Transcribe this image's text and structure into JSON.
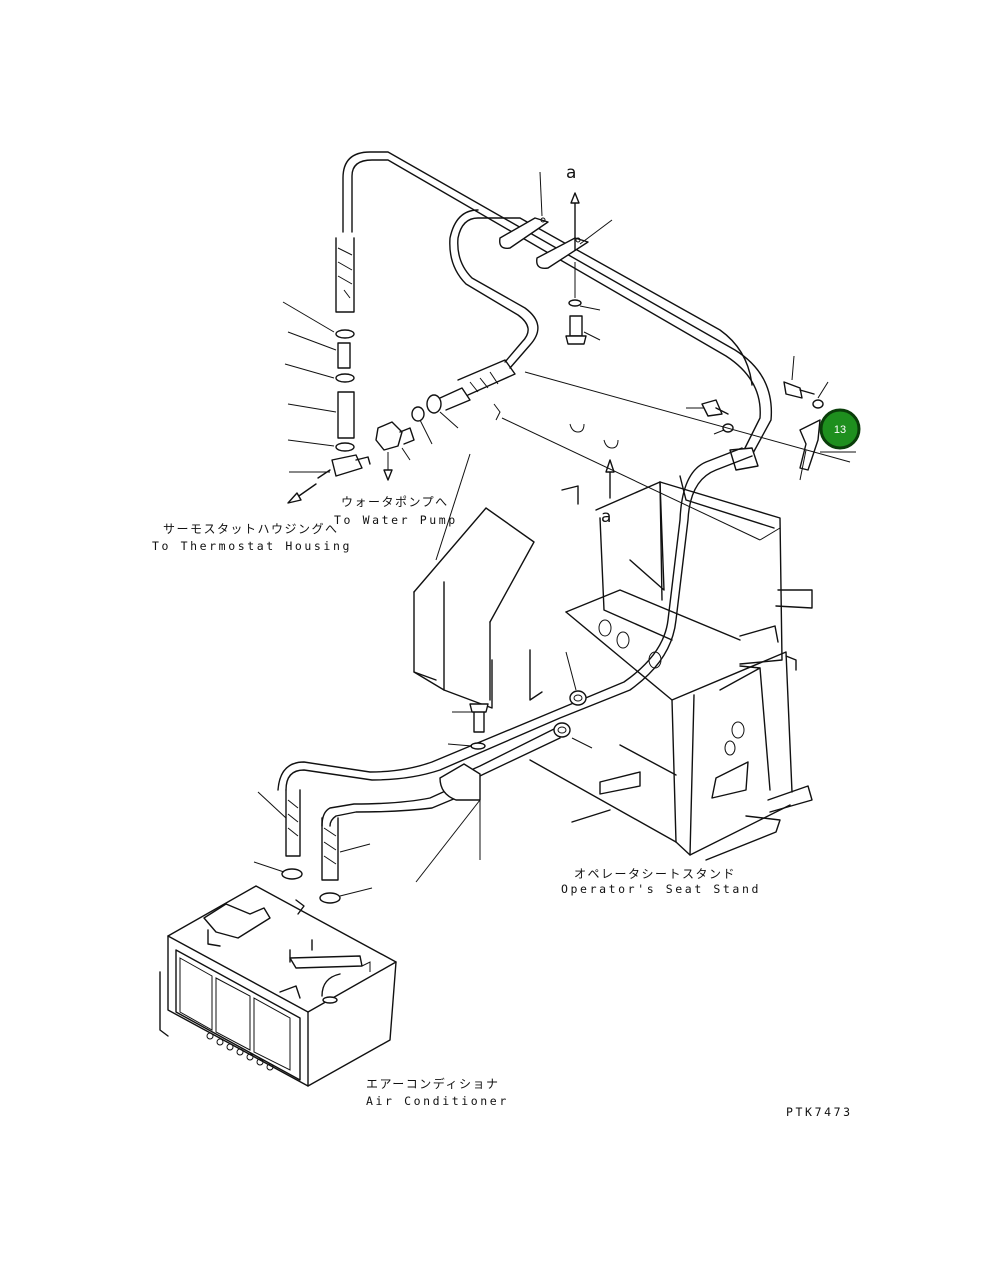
{
  "labels": {
    "thermostat_jp": "サーモスタットハウジングへ",
    "thermostat_en": "To Thermostat Housing",
    "waterpump_jp": "ウォータポンプへ",
    "waterpump_en": "To Water Pump",
    "seat_jp": "オペレータシートスタンド",
    "seat_en": "Operator's Seat Stand",
    "aircon_jp": "エアーコンディショナ",
    "aircon_en": "Air Conditioner",
    "drawing_code": "PTK7473",
    "view_mark_top": "a",
    "view_mark_bottom": "a"
  },
  "callout_badge": {
    "number": "13",
    "color": "#1e8f1e",
    "ring": "#0a3d0a"
  }
}
